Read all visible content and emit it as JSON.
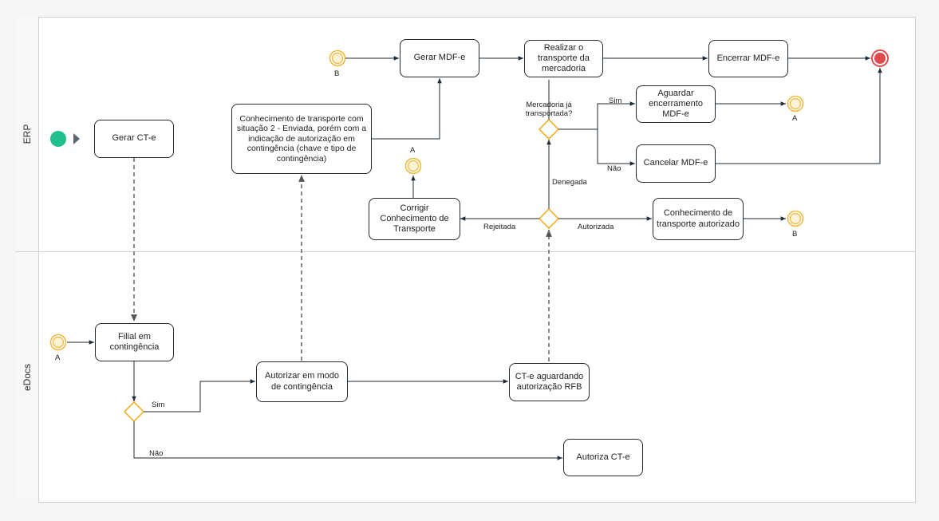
{
  "lanes": {
    "erp": "ERP",
    "edocs": "eDocs"
  },
  "tasks": {
    "gerar_cte": "Gerar CT-e",
    "conhecimento_contingencia": "Conhecimento de transporte com situação 2 - Enviada, porém com a indicação de autorização em contingência (chave e tipo de contingência)",
    "gerar_mdfe": "Gerar MDF-e",
    "realizar_transporte": "Realizar o transporte da mercadoria",
    "encerrar_mdfe": "Encerrar MDF-e",
    "aguardar_encerramento": "Aguardar encerramento MDF-e",
    "cancelar_mdfe": "Cancelar MDF-e",
    "corrigir_conhecimento": "Corrigir Conhecimento de Transporte",
    "conhecimento_autorizado": "Conhecimento de transporte autorizado",
    "filial_contingencia": "Filial em contingência",
    "autorizar_contingencia": "Autorizar em modo de contingência",
    "cte_aguardando": "CT-e aguardando autorização RFB",
    "autoriza_cte": "Autoriza CT-e"
  },
  "labels": {
    "event_b_top": "B",
    "event_a_corrigir": "A",
    "event_a_aguardar": "A",
    "event_b_autorizado": "B",
    "event_a_edocs": "A",
    "mercadoria_question": "Mercadoria já transportada?",
    "sim_erp": "Sim",
    "nao_erp": "Não",
    "denegada": "Denegada",
    "rejeitada": "Rejeitada",
    "autorizada": "Autorizada",
    "sim_edocs": "Sim",
    "nao_edocs": "Não"
  },
  "colors": {
    "task_border": "#1f2a33",
    "intermediate_event": "#f0b73a",
    "start_event": "#1fbf8f",
    "end_event": "#e04a4f",
    "gateway": "#f0b73a",
    "flow_line": "#1f2a33",
    "dashed_flow": "#666666"
  }
}
